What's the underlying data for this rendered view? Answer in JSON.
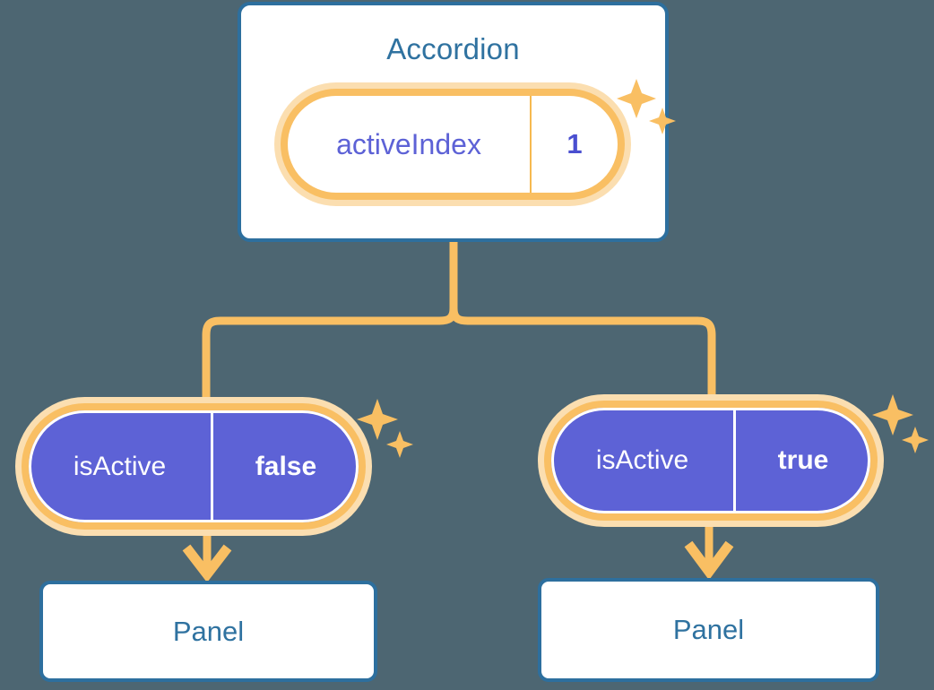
{
  "theme": {
    "background": "#4d6672",
    "card_border": "#2d6f9e",
    "card_fill": "#ffffff",
    "title_text": "#2f72a0",
    "pill_ring": "#f9bf63",
    "pill_halo": "#fbdeb0",
    "pill_purple": "#5d62d6",
    "value_purple": "#4a4fd0",
    "connector": "#f9bf63",
    "sparkle": "#f9bf63"
  },
  "diagram": {
    "type": "component-tree",
    "root": {
      "title": "Accordion",
      "state_pill": {
        "key": "activeIndex",
        "value": "1",
        "style": "white",
        "sparkle": true
      }
    },
    "branches": [
      {
        "id": "left",
        "prop_pill": {
          "key": "isActive",
          "value": "false",
          "style": "purple",
          "sparkle": true
        },
        "child": {
          "title": "Panel"
        }
      },
      {
        "id": "right",
        "prop_pill": {
          "key": "isActive",
          "value": "true",
          "style": "purple",
          "sparkle": true
        },
        "child": {
          "title": "Panel"
        }
      }
    ],
    "icons": {
      "sparkle_large": "sparkle-icon",
      "sparkle_small": "sparkle-small-icon",
      "arrow": "arrow-down-icon"
    }
  }
}
